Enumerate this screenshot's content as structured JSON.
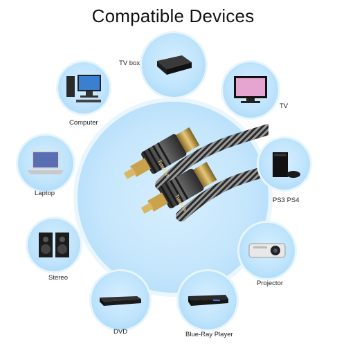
{
  "title": "Compatible Devices",
  "brand": "Tuwejia",
  "devices": [
    {
      "label": "TV box",
      "icon": "tv-box-icon"
    },
    {
      "label": "TV",
      "icon": "tv-icon"
    },
    {
      "label": "Computer",
      "icon": "computer-icon"
    },
    {
      "label": "PS3 PS4",
      "icon": "game-console-icon"
    },
    {
      "label": "Laptop",
      "icon": "laptop-icon"
    },
    {
      "label": "Projector",
      "icon": "projector-icon"
    },
    {
      "label": "Stereo",
      "icon": "speakers-icon"
    },
    {
      "label": "DVD",
      "icon": "dvd-player-icon"
    },
    {
      "label": "Blue-Ray Player",
      "icon": "bluray-player-icon"
    }
  ],
  "colors": {
    "bubble": "#bfe4fc",
    "cable_body": "#3a3a3a",
    "connector_gold": "#c9a24b"
  }
}
